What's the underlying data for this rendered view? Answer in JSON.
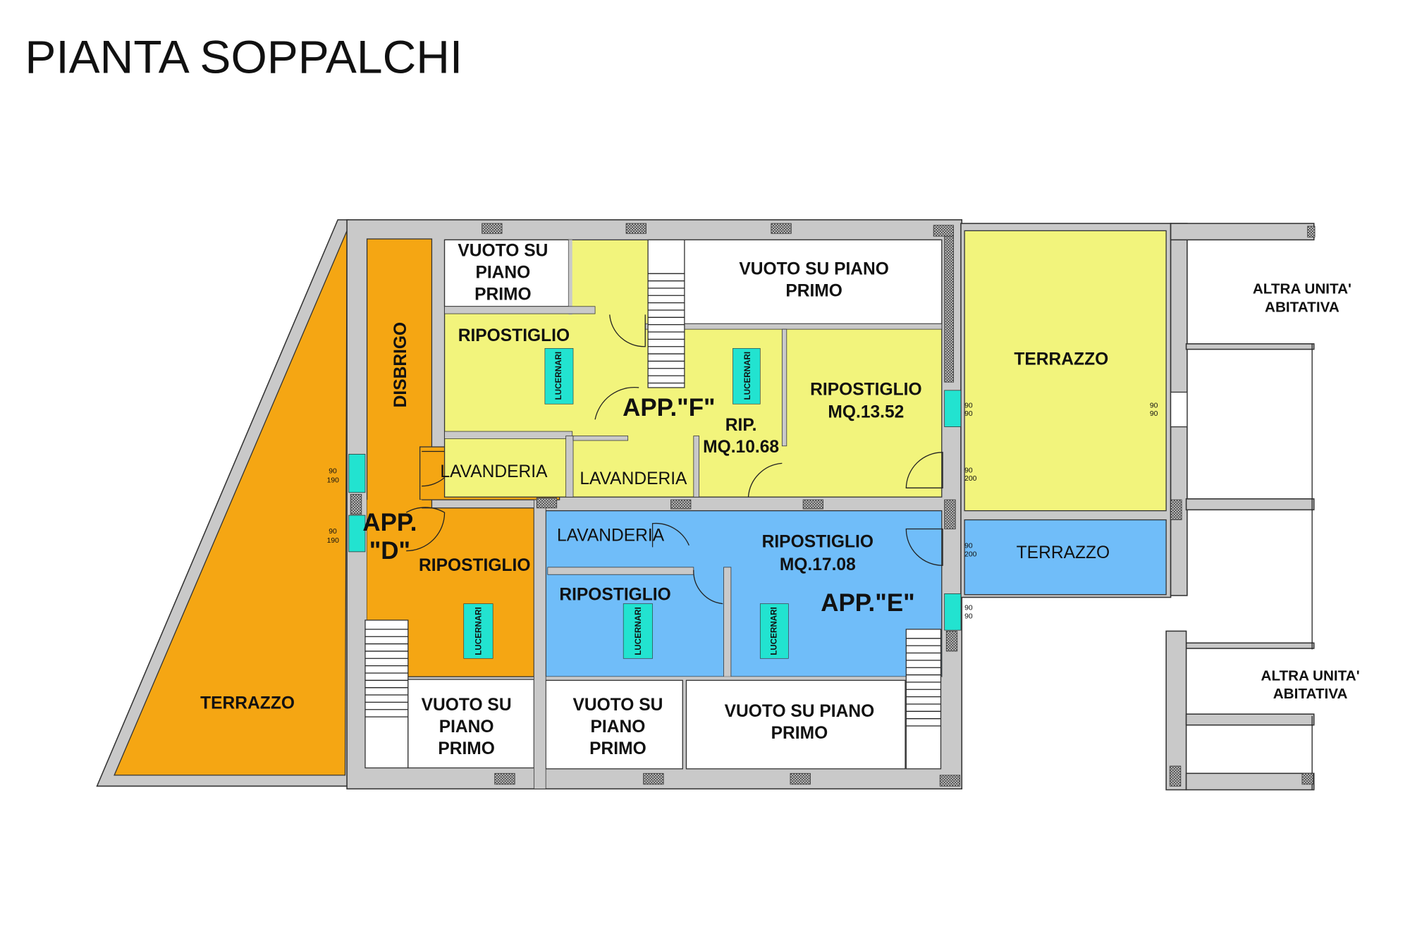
{
  "title": "PIANTA SOPPALCHI",
  "colors": {
    "app_d": "#f5a613",
    "app_f": "#f2f47c",
    "app_e": "#70bdf9",
    "wall": "#c9c9c9",
    "window": "#22e3d0"
  },
  "app_d": {
    "name_line1": "APP.",
    "name_line2": "\"D\"",
    "disbrigo": "DISBRIGO",
    "lavanderia": "LAVANDERIA",
    "ripostiglio": "RIPOSTIGLIO",
    "lucernari": "LUCERNARI",
    "terrazzo": "TERRAZZO",
    "vuoto": [
      "VUOTO SU",
      "PIANO",
      "PRIMO"
    ],
    "window_dims": [
      {
        "w": "90",
        "h": "190"
      },
      {
        "w": "90",
        "h": "190"
      }
    ]
  },
  "app_f": {
    "name": "APP.\"F\"",
    "vuoto_left": [
      "VUOTO SU",
      "PIANO",
      "PRIMO"
    ],
    "vuoto_right": [
      "VUOTO SU PIANO",
      "PRIMO"
    ],
    "ripostiglio": "RIPOSTIGLIO",
    "lucernari": [
      "LUCERNARI",
      "LUCERNARI"
    ],
    "rip_small": [
      "RIP.",
      "MQ.10.68"
    ],
    "ripostiglio_large": [
      "RIPOSTIGLIO",
      "MQ.13.52"
    ],
    "lavanderia": "LAVANDERIA",
    "terrazzo": "TERRAZZO",
    "dims": [
      {
        "w": "90",
        "h": "90"
      },
      {
        "w": "90",
        "h": "200"
      },
      {
        "w": "90",
        "h": "90"
      }
    ]
  },
  "app_e": {
    "name": "APP.\"E\"",
    "lavanderia": "LAVANDERIA",
    "ripostiglio_large": [
      "RIPOSTIGLIO",
      "MQ.17.08"
    ],
    "ripostiglio": "RIPOSTIGLIO",
    "lucernari": [
      "LUCERNARI",
      "LUCERNARI"
    ],
    "terrazzo": "TERRAZZO",
    "vuoto_left": [
      "VUOTO SU",
      "PIANO",
      "PRIMO"
    ],
    "vuoto_right": [
      "VUOTO SU PIANO",
      "PRIMO"
    ],
    "dims": [
      {
        "w": "90",
        "h": "200"
      },
      {
        "w": "90",
        "h": "90"
      }
    ]
  },
  "other_units": [
    [
      "ALTRA UNITA'",
      "ABITATIVA"
    ],
    [
      "ALTRA UNITA'",
      "ABITATIVA"
    ]
  ]
}
